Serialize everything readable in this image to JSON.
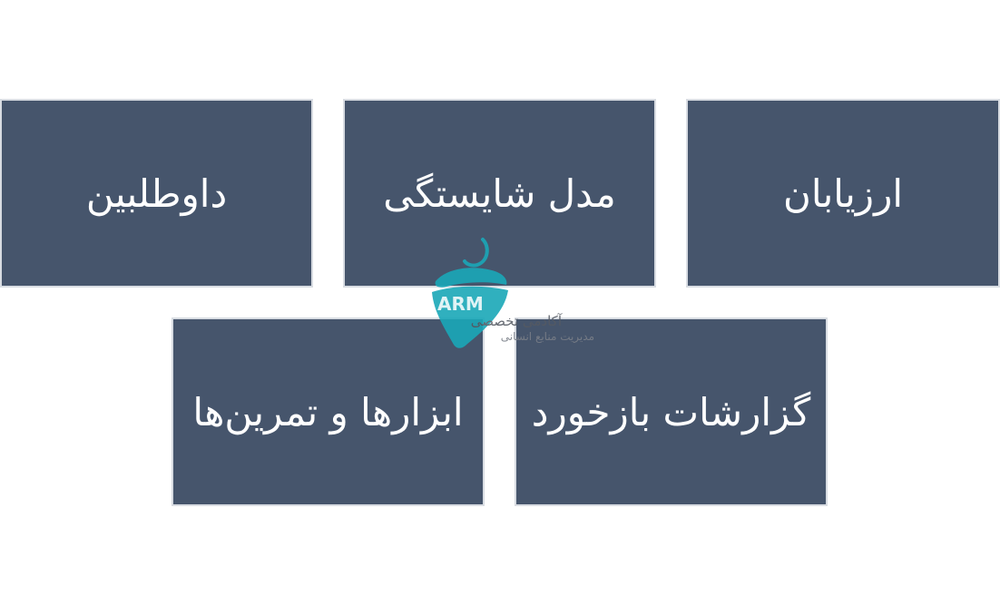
{
  "colors": {
    "box_fill": "#46556c",
    "box_border": "#d8dce2",
    "box_text": "#ffffff",
    "watermark_teal": "#1aa8b8",
    "background": "#ffffff"
  },
  "diagram": {
    "boxes": [
      {
        "label": "داوطلبین"
      },
      {
        "label": "مدل شایستگی"
      },
      {
        "label": "ارزیابان"
      },
      {
        "label": "ابزارها و تمرین‌ها"
      },
      {
        "label": "گزارشات بازخورد"
      }
    ]
  },
  "watermark": {
    "logo_text": "ARM",
    "line1": "آکادمی تخصصی",
    "line2": "مدیریت منابع انسانی"
  }
}
